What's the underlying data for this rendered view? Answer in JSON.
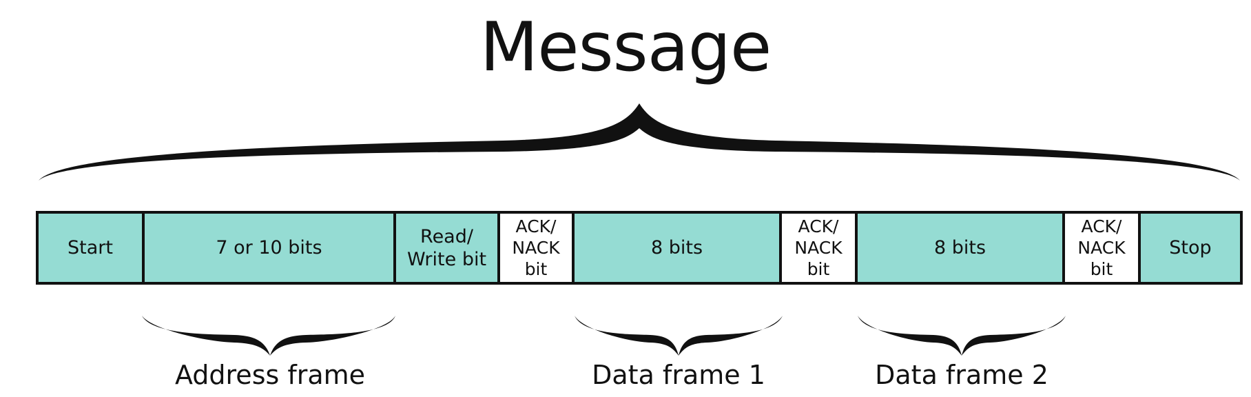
{
  "title": "Message",
  "segments": [
    {
      "label": "Start",
      "fill": "#95dcd3"
    },
    {
      "label": "7 or 10 bits",
      "fill": "#95dcd3"
    },
    {
      "label": "Read/\nWrite bit",
      "fill": "#95dcd3"
    },
    {
      "label": "ACK/\nNACK\nbit",
      "fill": "#ffffff"
    },
    {
      "label": "8 bits",
      "fill": "#95dcd3"
    },
    {
      "label": "ACK/\nNACK\nbit",
      "fill": "#ffffff"
    },
    {
      "label": "8 bits",
      "fill": "#95dcd3"
    },
    {
      "label": "ACK/\nNACK\nbit",
      "fill": "#ffffff"
    },
    {
      "label": "Stop",
      "fill": "#95dcd3"
    }
  ],
  "frames": [
    {
      "label": "Address frame"
    },
    {
      "label": "Data frame 1"
    },
    {
      "label": "Data frame 2"
    }
  ],
  "colors": {
    "segment_fill": "#95dcd3",
    "ack_fill": "#ffffff",
    "outline": "#111111"
  }
}
